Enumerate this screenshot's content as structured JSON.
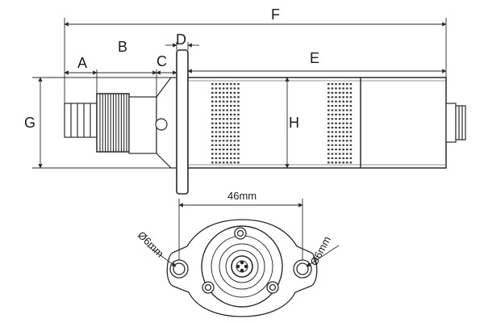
{
  "labels": {
    "a": "A",
    "b": "B",
    "c": "C",
    "d": "D",
    "e": "E",
    "f": "F",
    "g": "G",
    "h": "H"
  },
  "dimensions": {
    "flange_width": "46mm",
    "hole_left": "Ø6mm",
    "hole_right": "Ø6mm"
  },
  "colors": {
    "line": "#2a2a2a",
    "dot": "#3a3a3a"
  }
}
